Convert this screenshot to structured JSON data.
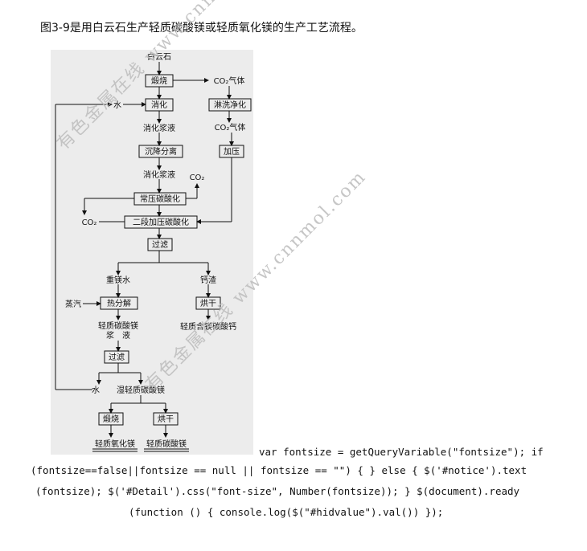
{
  "caption": "图3-9是用白云石生产轻质碳酸镁或轻质氧化镁的生产工艺流程。",
  "diagram": {
    "raw": "白云石",
    "calcine": "煅烧",
    "co2_gas_1": "CO₂气体",
    "wash": "淋洗净化",
    "co2_gas_2": "CO₂气体",
    "pressurize": "加压",
    "water_top": "水",
    "digest": "消化",
    "slurry1": "消化浆液",
    "settle": "沉降分离",
    "slurry2": "消化浆液",
    "co2_side": "CO₂",
    "atm_carb": "常压碳酸化",
    "co2_left": "CO₂",
    "two_stage": "二段加压碳酸化",
    "filter1": "过滤",
    "heavy_mg": "重镁水",
    "calcium_slag": "钙渣",
    "steam": "蒸汽",
    "pyrolysis": "热分解",
    "light_slurry_1": "轻质碳酸镁",
    "light_slurry_2": "浆　液",
    "dry_right": "烘干",
    "light_ca": "轻质含镁碳酸钙",
    "filter2": "过滤",
    "water_bottom": "水",
    "wet_mgco3": "湿轻质碳酸镁",
    "calcine2": "煅烧",
    "dry2": "烘干",
    "product_mgo": "轻质氧化镁",
    "product_mgco3": "轻质碳酸镁"
  },
  "watermarks": {
    "upper": "有色金属在线 www.cnnmol.com",
    "lower": "有色金属在线 www.cnnmol.com"
  },
  "code_lines": [
    "var fontsize = getQueryVariable(\"fontsize\"); if",
    "(fontsize==false||fontsize == null || fontsize == \"\") { } else { $('#notice').text",
    "(fontsize); $('#Detail').css(\"font-size\", Number(fontsize)); } $(document).ready",
    "(function () { console.log($(\"#hidvalue\").val()) });"
  ]
}
